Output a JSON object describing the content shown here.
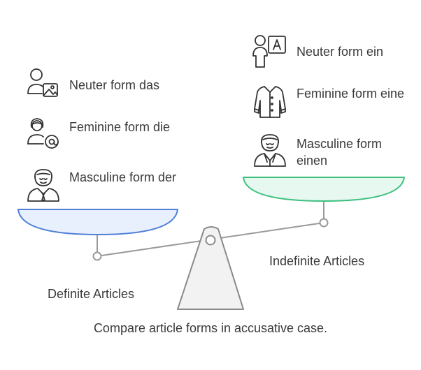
{
  "left_group": {
    "title": "Definite Articles",
    "items": [
      {
        "label": "Neuter form das",
        "icon": "person-image-icon"
      },
      {
        "label": "Feminine form die",
        "icon": "woman-at-icon"
      },
      {
        "label": "Masculine form der",
        "icon": "man-tie-icon"
      }
    ],
    "pan_color": "#e8f0fd",
    "pan_stroke": "#4f7fd6"
  },
  "right_group": {
    "title": "Indefinite Articles",
    "items": [
      {
        "label": "Neuter form ein",
        "icon": "person-letter-a-icon"
      },
      {
        "label": "Feminine form eine",
        "icon": "blouse-icon"
      },
      {
        "label": "Masculine form einen",
        "icon": "man-suit-icon"
      }
    ],
    "pan_color": "#e6f8ef",
    "pan_stroke": "#3fbf7f"
  },
  "caption": "Compare article forms in accusative case.",
  "colors": {
    "stroke": "#8a8a8a",
    "fulcrum_fill": "#f2f2f2",
    "icon": "#333333"
  }
}
